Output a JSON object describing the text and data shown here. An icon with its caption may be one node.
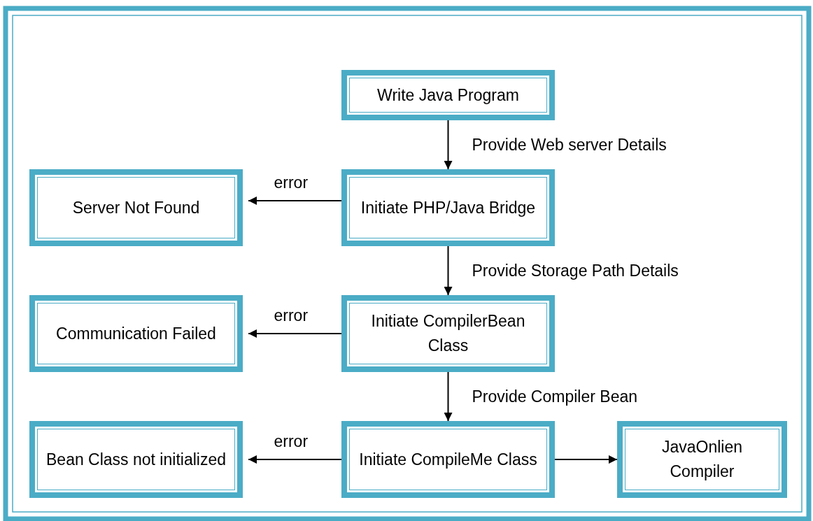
{
  "diagram": {
    "nodes": [
      {
        "text": [
          "Write Java Program"
        ]
      },
      {
        "text": [
          "Server Not Found"
        ]
      },
      {
        "text": [
          "Initiate PHP/Java Bridge"
        ]
      },
      {
        "text": [
          "Communication Failed"
        ]
      },
      {
        "text": [
          "Initiate CompilerBean Class"
        ]
      },
      {
        "text": [
          "Bean Class not initialized"
        ]
      },
      {
        "text": [
          "Initiate CompileMe Class"
        ]
      },
      {
        "text": [
          "JavaOnlien Compiler"
        ]
      }
    ],
    "edges": [
      {
        "from": 0,
        "to": 2,
        "arrow": "to",
        "label": "Provide Web server Details"
      },
      {
        "from": 2,
        "to": 1,
        "arrow": "to",
        "label": "error"
      },
      {
        "from": 2,
        "to": 4,
        "arrow": "to",
        "label": "Provide Storage Path Details"
      },
      {
        "from": 4,
        "to": 3,
        "arrow": "to",
        "label": "error"
      },
      {
        "from": 4,
        "to": 6,
        "arrow": "to",
        "label": "Provide Compiler Bean"
      },
      {
        "from": 6,
        "to": 5,
        "arrow": "to",
        "label": "error"
      },
      {
        "from": 6,
        "to": 7,
        "arrow": "to"
      }
    ]
  }
}
